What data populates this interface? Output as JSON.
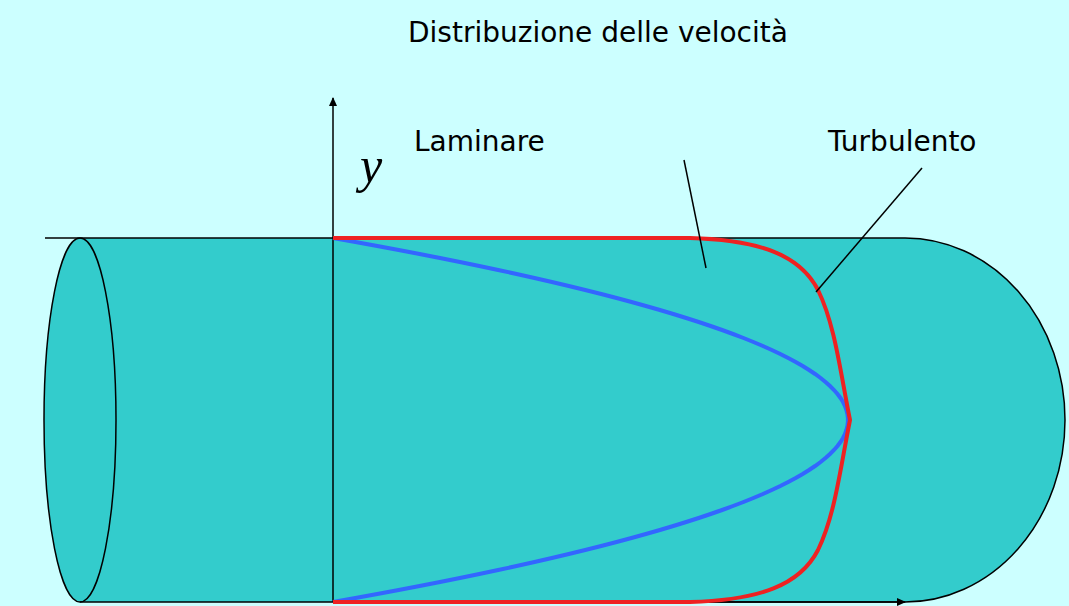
{
  "diagram": {
    "title": "Distribuzione delle velocità",
    "labels": [
      "Laminare",
      "Turbulento",
      "y"
    ]
  }
}
